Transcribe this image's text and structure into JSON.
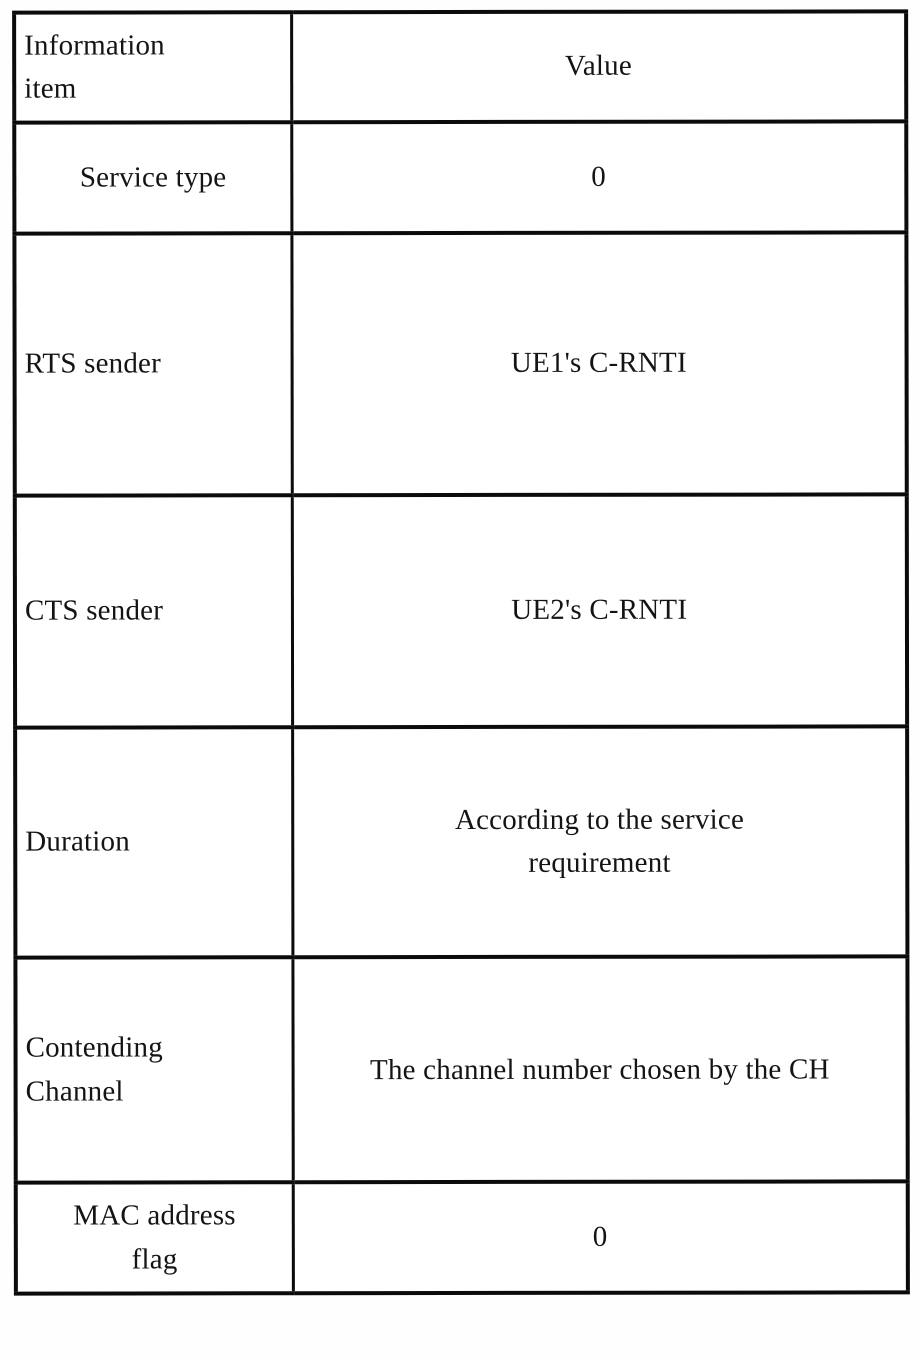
{
  "document": {
    "kind": "scanned patent table figure",
    "colors": {
      "border": "#0b0b0b",
      "background": "#ffffff",
      "text": "#141414"
    }
  },
  "table": {
    "header": {
      "item": "Information item",
      "value": "Value"
    },
    "rows": [
      {
        "item": "Service type",
        "value": "0"
      },
      {
        "item": "RTS sender",
        "value": "UE1's C-RNTI"
      },
      {
        "item": "CTS sender",
        "value": "UE2's C-RNTI"
      },
      {
        "item": "Duration",
        "value": "According to the service requirement"
      },
      {
        "item": "Contending Channel",
        "value": "The channel number chosen by the CH"
      },
      {
        "item": "MAC address flag",
        "value": "0"
      }
    ]
  }
}
